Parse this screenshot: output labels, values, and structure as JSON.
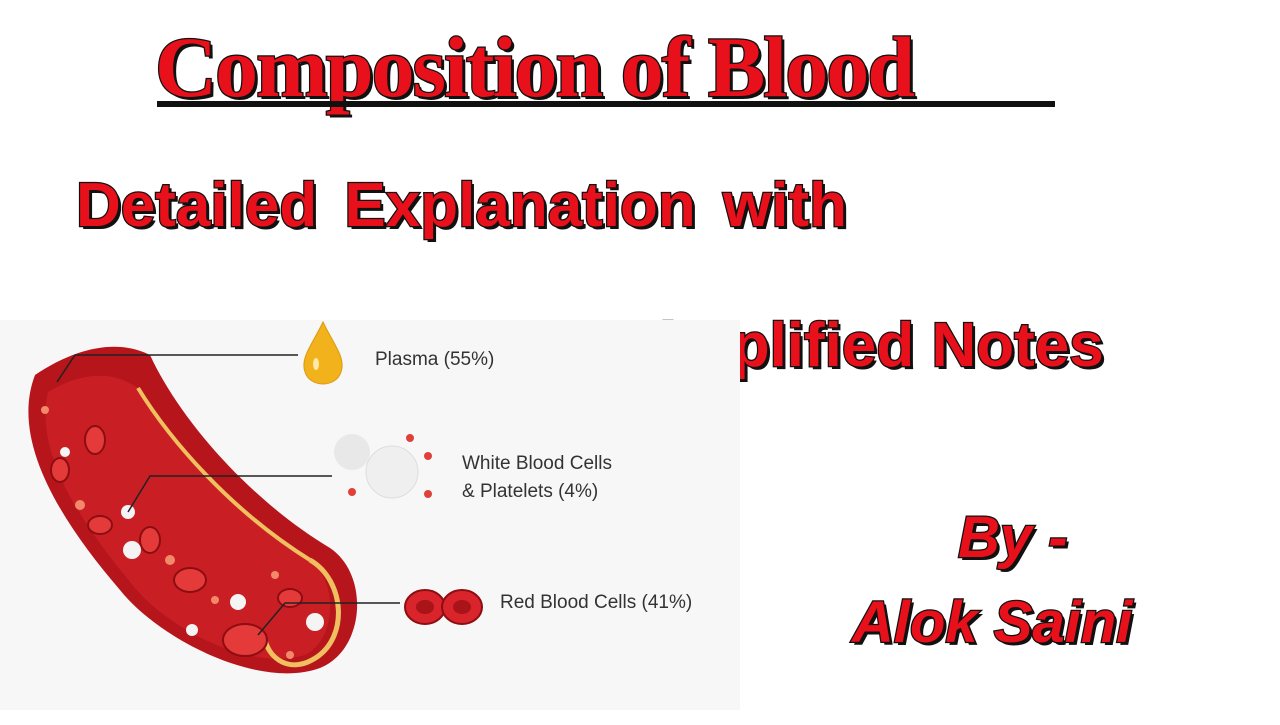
{
  "title": "Composition of Blood",
  "subtitle_line1": "Detailed  Explanation  with",
  "subtitle_line2": "Simplified Notes",
  "byline": "By -",
  "author": "Alok Saini",
  "diagram": {
    "labels": {
      "plasma": "Plasma (55%)",
      "wbc_line1": "White Blood Cells",
      "wbc_line2": "& Platelets (4%)",
      "rbc": "Red Blood Cells (41%)"
    },
    "colors": {
      "vessel_outer": "#b5151b",
      "vessel_inner": "#e23b3b",
      "plasma_drop": "#f2b21b",
      "rbc": "#d8242a",
      "wbc": "#f2f2f2"
    }
  }
}
